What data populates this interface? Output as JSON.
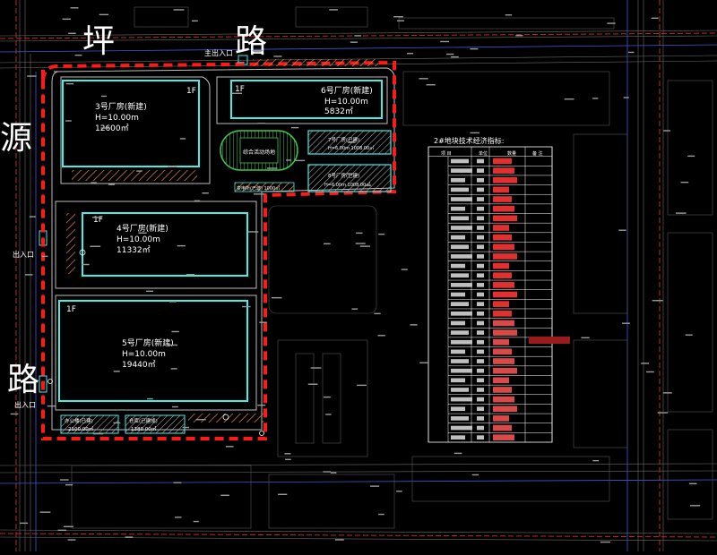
{
  "roads": {
    "ping": "坪",
    "lu_top": "路",
    "yuan": "源",
    "lu_left": "路"
  },
  "entrances": {
    "top": "主出入口",
    "left_upper": "出入口",
    "left_lower": "出入口"
  },
  "buildings": {
    "b3": {
      "floors": "1F",
      "name": "3号厂房(新建)",
      "height": "H=10.00m",
      "area": "12600㎡"
    },
    "b6": {
      "floors": "1F",
      "name": "6号厂房(新建)",
      "height": "H=10.00m",
      "area": "5832㎡"
    },
    "b4": {
      "floors": "1F",
      "name": "4号厂房(新建)",
      "height": "H=10.00m",
      "area": "11332㎡"
    },
    "b5": {
      "floors": "1F",
      "name": "5号厂房(新建)",
      "height": "H=10.00m",
      "area": "19440㎡"
    },
    "small1": {
      "name": "7号厂房(已建)",
      "info": "H=6.00m 1008.00㎡"
    },
    "small2": {
      "name": "8号厂房(已建)",
      "info": "H=6.00m 1008.00㎡"
    },
    "oval": {
      "name": "综合活动场地"
    },
    "bottom_small": {
      "name": "变电所(已建) 1000㎡"
    },
    "bottom1": {
      "name": "办公楼(已建)",
      "area": "2100.00㎡"
    },
    "bottom2": {
      "name": "仓库(已建成)",
      "area": "1380.00㎡"
    }
  },
  "table": {
    "title": "2#地块技术经济指标:",
    "headers": [
      "项 目",
      "单位",
      "数量",
      "备 注"
    ]
  },
  "colors": {
    "boundary": "#ff1a1a",
    "building": "#3ff0e8",
    "hatch": "#c87a3c",
    "green": "#3cc850"
  }
}
